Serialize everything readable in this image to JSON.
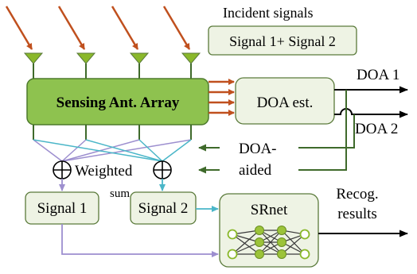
{
  "incident_label": "Incident signals",
  "mix_box_label": "Signal 1+ Signal 2",
  "array_label": "Sensing Ant. Array",
  "doa_est_label": "DOA est.",
  "doa1_label": "DOA 1",
  "doa2_label": "DOA 2",
  "doa_aided_line1": "DOA-",
  "doa_aided_line2": "aided",
  "weighted_line1": "Weighted",
  "weighted_line2": "sum",
  "signal1_label": "Signal 1",
  "signal2_label": "Signal 2",
  "srnet_label": "SRnet",
  "recog_line1": "Recog.",
  "recog_line2": "results",
  "colors": {
    "incident_arrow": "#c0501e",
    "antenna": "#8ab82b",
    "array_fill": "#8ec24f",
    "box_fill": "#eef3e4",
    "box_stroke": "#5a7a3a",
    "dark_green": "#3f6a2b",
    "cyan": "#4ab6c8",
    "purple": "#9d8fcf",
    "nn_node": "#9cc33a"
  }
}
